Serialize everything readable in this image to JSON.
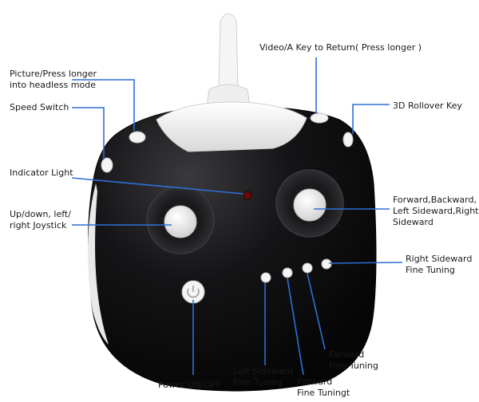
{
  "colors": {
    "callout_line": "#2f6fd6",
    "body": "#0e0e10",
    "body_highlight": "#3a3a3e",
    "top_shell": "#f2f2f2",
    "button": "#f4f4f4",
    "indicator": "#6a0a0a"
  },
  "components": {
    "antenna": "antenna",
    "controller_body": "controller-body",
    "left_joystick": "left-joystick",
    "right_joystick": "right-joystick"
  },
  "labels": {
    "video_key": "Video/A Key to Return( Press longer )",
    "picture_key": "Picture/Press longer\ninto headless mode",
    "speed_switch": "Speed Switch",
    "rollover_key": "3D Rollover Key",
    "indicator_light": "Indicator Light",
    "left_joystick": "Up/down, left/\nright Joystick",
    "right_joystick": "Forward,Backward,\nLeft Sideward,Right\nSideward",
    "right_sideward_trim": "Right Sideward\nFine Tuning",
    "power": "Power ON/OFF",
    "left_sideward_trim": "Left Sideward\nFine Tuning",
    "forward_trim_a": "Forward\nFine Tuningt",
    "forward_trim_b": "Forward\nFine Tuning"
  }
}
